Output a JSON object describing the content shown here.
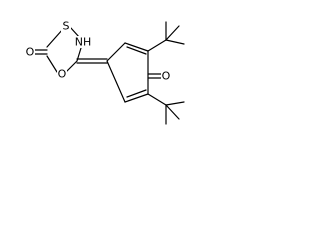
{
  "molecule": {
    "atoms": {
      "carbonyl_oxygen_ring": "O",
      "ring_oxygen": "O",
      "sulfur": "S",
      "nitrogen_hydrogen": "NH",
      "quinone_oxygen": "O"
    }
  }
}
